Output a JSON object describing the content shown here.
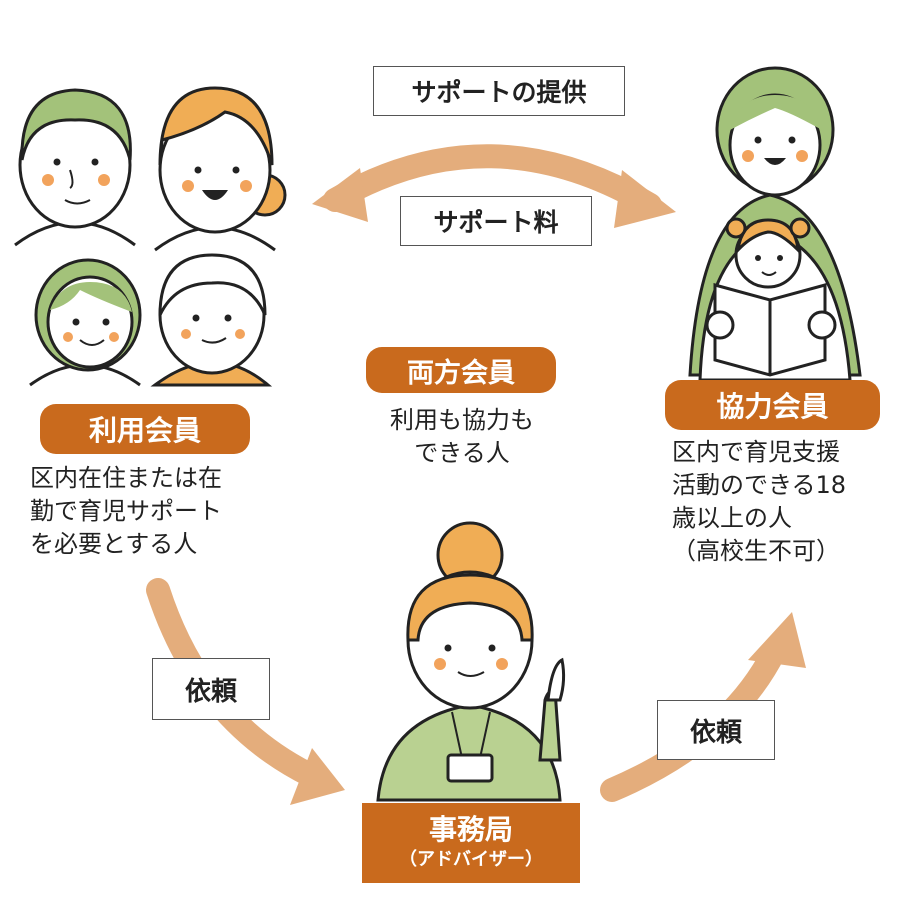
{
  "flow": {
    "support_provided": "サポートの提供",
    "support_fee": "サポート料",
    "request_left": "依頼",
    "request_right": "依頼"
  },
  "user_member": {
    "title": "利用会員",
    "description_lines": [
      "区内在住または在",
      "勤で育児サポート",
      "を必要とする人"
    ]
  },
  "both_member": {
    "title": "両方会員",
    "description_lines": [
      "利用も協力も",
      "できる人"
    ]
  },
  "helper_member": {
    "title": "協力会員",
    "description_lines": [
      "区内で育児支援",
      "活動のできる18",
      "歳以上の人",
      "（高校生不可）"
    ]
  },
  "office": {
    "title": "事務局",
    "subtitle": "（アドバイザー）"
  },
  "colors": {
    "accent_orange": "#c96a1d",
    "arrow_tan": "#e4ad7c",
    "hair_green": "#a3c27a",
    "hair_orange": "#f0ad55",
    "cheek": "#f2a35c"
  }
}
